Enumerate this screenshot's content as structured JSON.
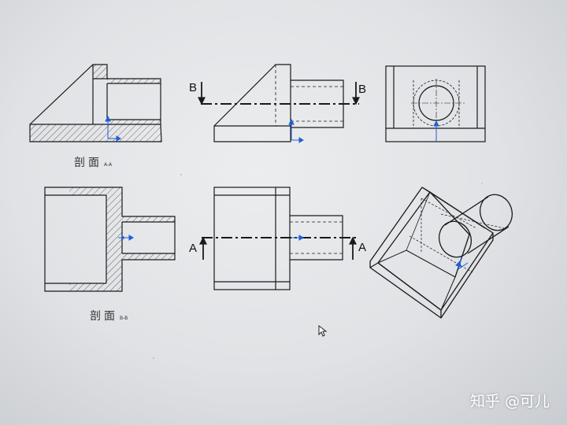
{
  "captions": {
    "section_aa_main": "剖面",
    "section_aa_sub": "A-A",
    "section_bb_main": "剖面",
    "section_bb_sub": "B-B"
  },
  "markers": {
    "b_left": "B",
    "b_right": "B",
    "a_left": "A",
    "a_right": "A"
  },
  "watermark": "知乎 @可儿",
  "colors": {
    "line": "#1a1a1a",
    "hatch": "#555555",
    "axis_arrow": "#1f5fd6"
  }
}
